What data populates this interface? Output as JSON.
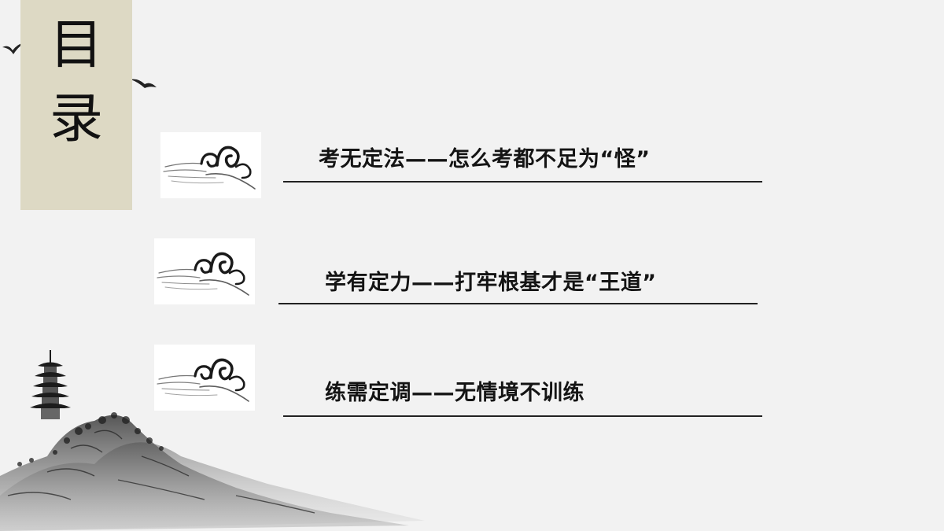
{
  "slide": {
    "title_chars": [
      "目",
      "录"
    ],
    "items": [
      {
        "text": "考无定法——怎么考都不足为“怪”"
      },
      {
        "text": "学有定力——打牢根基才是“王道”"
      },
      {
        "text": "练需定调——无情境不训练"
      }
    ],
    "icons": {
      "cloud": "ink-cloud-icon",
      "bird": "ink-bird-icon",
      "landscape": "ink-pagoda-mountain-icon"
    },
    "colors": {
      "background": "#f2f2f2",
      "title_box": "#ddd9c4",
      "text": "#141414"
    }
  }
}
